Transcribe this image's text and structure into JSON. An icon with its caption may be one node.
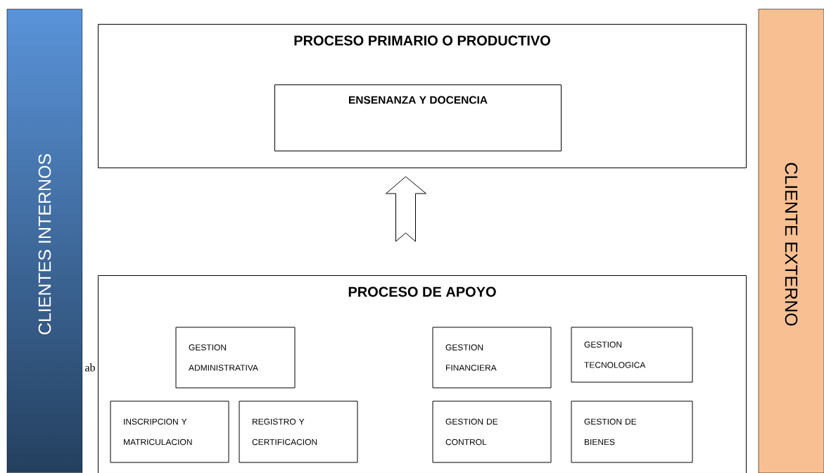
{
  "diagram": {
    "nodes": [
      {
        "text": [
          "CLIENTES INTERNOS"
        ]
      },
      {
        "text": [
          "PROCESO PRIMARIO O PRODUCTIVO"
        ]
      },
      {
        "text": [
          "ENSENANZA Y DOCENCIA"
        ],
        "in": 1
      },
      {
        "text": [
          "PROCESO DE APOYO"
        ]
      },
      {
        "text": [
          "GESTION ADMINISTRATIVA"
        ],
        "in": 3
      },
      {
        "text": [
          "GESTION FINANCIERA"
        ],
        "in": 3
      },
      {
        "text": [
          "GESTION TECNOLOGICA"
        ],
        "in": 3
      },
      {
        "text": [
          "INSCRIPCION Y MATRICULACION"
        ],
        "in": 3
      },
      {
        "text": [
          "REGISTRO Y CERTIFICACION"
        ],
        "in": 3
      },
      {
        "text": [
          "GESTION DE CONTROL"
        ],
        "in": 3
      },
      {
        "text": [
          "GESTION DE BIENES"
        ],
        "in": 3
      },
      {
        "text": [
          "CLIENTE EXTERNO"
        ]
      }
    ],
    "edges": [
      {
        "from": 3,
        "to": 1,
        "arrow": "to"
      }
    ],
    "labels": [
      "ab"
    ]
  }
}
